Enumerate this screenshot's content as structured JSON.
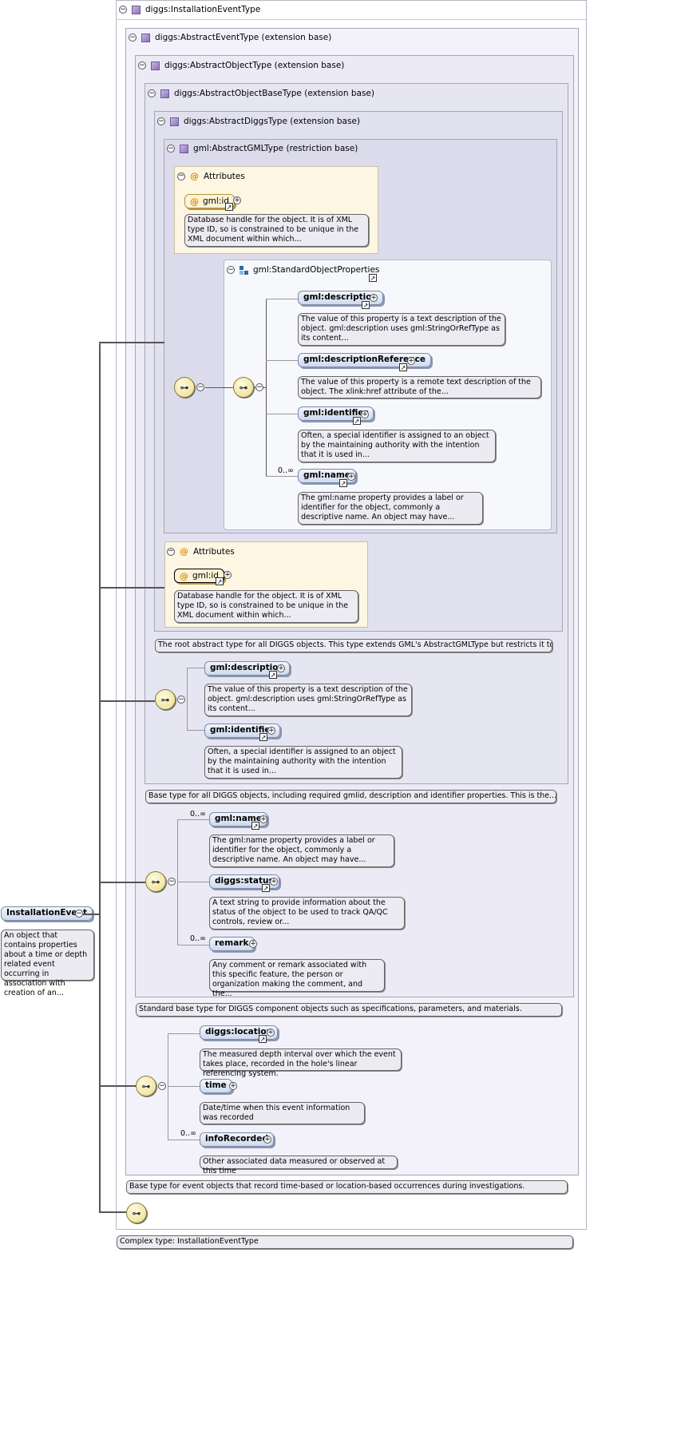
{
  "boxes": {
    "installation": "diggs:InstallationEventType",
    "abstract_event": "diggs:AbstractEventType (extension base)",
    "abstract_object": "diggs:AbstractObjectType (extension base)",
    "abstract_object_base": "diggs:AbstractObjectBaseType (extension base)",
    "abstract_diggs": "diggs:AbstractDiggsType (extension base)",
    "abstract_gml": "gml:AbstractGMLType (restriction base)"
  },
  "attributes_label": "Attributes",
  "attr_gml_id": {
    "name": "gml:id",
    "desc": "Database handle for the object. It is of XML type ID, so is constrained to be unique in the XML document within which..."
  },
  "std_group": {
    "title": "gml:StandardObjectProperties",
    "description": {
      "name": "gml:description",
      "desc": "The value of this property is a text description of the object. gml:description uses gml:StringOrRefType as its content..."
    },
    "description_ref": {
      "name": "gml:descriptionReference",
      "desc": "The value of this property is a remote text description of the object. The xlink:href attribute of the..."
    },
    "identifier": {
      "name": "gml:identifier",
      "desc": "Often, a special identifier is assigned to an object by the maintaining authority with the intention that it is used in..."
    },
    "name": {
      "name": "gml:name",
      "occ": "0..∞",
      "desc": "The gml:name property provides a label or identifier for the object, commonly a descriptive name. An object may have..."
    }
  },
  "diggs_doc": "The root abstract type for all DIGGS objects. This type extends GML's AbstractGMLType but restricts it to require a...",
  "base_seq": {
    "description": {
      "name": "gml:description",
      "desc": "The value of this property is a text description of the object. gml:description uses gml:StringOrRefType as its content..."
    },
    "identifier": {
      "name": "gml:identifier",
      "desc": "Often, a special identifier is assigned to an object by the maintaining authority with the intention that it is used in..."
    }
  },
  "base_doc": "Base type for all DIGGS objects, including required gmlid, description and identifier properties. This is the...",
  "object_seq": {
    "name": {
      "name": "gml:name",
      "occ": "0..∞",
      "desc": "The gml:name property provides a label or identifier for the object, commonly a descriptive name. An object may have..."
    },
    "status": {
      "name": "diggs:status",
      "desc": "A text string to provide information about the status of the object to be used to track QA/QC controls, review or..."
    },
    "remark": {
      "name": "remark",
      "occ": "0..∞",
      "desc": "Any comment or remark associated with this specific feature, the person or organization making the comment, and the..."
    }
  },
  "object_doc": "Standard base type for DIGGS component objects such as specifications, parameters, and materials.",
  "event_seq": {
    "location": {
      "name": "diggs:location",
      "desc": "The measured depth interval over which the event takes place, recorded in the hole's linear referencing system."
    },
    "time": {
      "name": "time",
      "desc": "Date/time when this event information was recorded"
    },
    "info": {
      "name": "infoRecorded",
      "occ": "0..∞",
      "desc": "Other associated data measured or observed at this time"
    }
  },
  "event_doc": "Base type for event objects that record time-based or location-based occurrences during investigations.",
  "complex_doc": "Complex type: InstallationEventType",
  "root": {
    "name": "InstallationEvent",
    "desc": "An object that contains properties about a time or depth related event occurring in association with creation of an..."
  },
  "icons": {
    "toggle": "−",
    "plus": "+",
    "link": "↗",
    "seq": "⊶",
    "at": "@"
  }
}
